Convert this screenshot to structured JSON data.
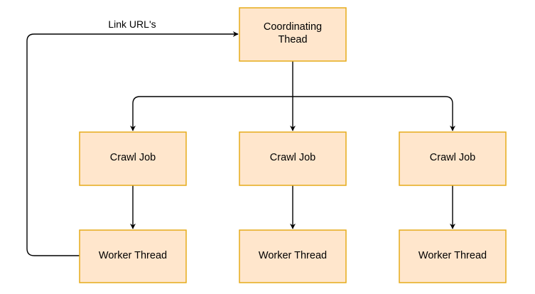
{
  "nodes": {
    "coordinator": {
      "line1": "Coordinating",
      "line2": "Thead"
    },
    "crawl_job_1": {
      "label": "Crawl Job"
    },
    "crawl_job_2": {
      "label": "Crawl Job"
    },
    "crawl_job_3": {
      "label": "Crawl Job"
    },
    "worker_1": {
      "label": "Worker Thread"
    },
    "worker_2": {
      "label": "Worker Thread"
    },
    "worker_3": {
      "label": "Worker Thread"
    }
  },
  "edges": {
    "feedback_label": "Link URL's"
  },
  "colors": {
    "node_fill": "#ffe6cc",
    "node_stroke": "#e6ac1a",
    "edge": "#000000"
  }
}
